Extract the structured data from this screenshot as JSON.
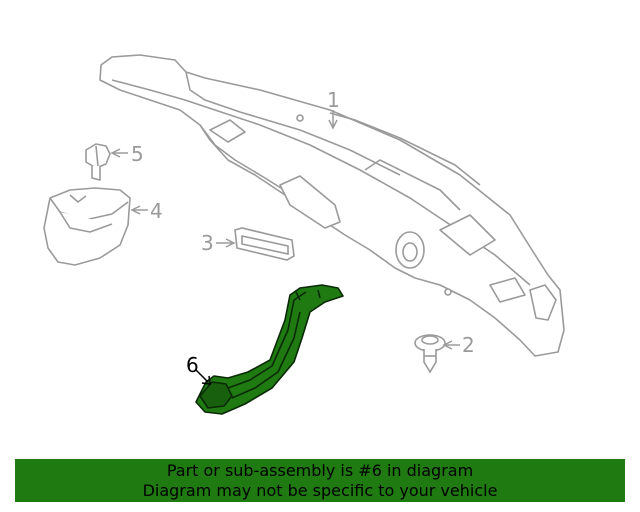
{
  "diagram": {
    "callouts": [
      {
        "id": "1",
        "label": "1"
      },
      {
        "id": "2",
        "label": "2"
      },
      {
        "id": "3",
        "label": "3"
      },
      {
        "id": "4",
        "label": "4"
      },
      {
        "id": "5",
        "label": "5"
      },
      {
        "id": "6",
        "label": "6",
        "highlighted": true
      }
    ],
    "highlight_color": "#1f7a12",
    "line_color": "#9a9a9a"
  },
  "banner": {
    "line1": "Part or sub-assembly is #6 in diagram",
    "line2": "Diagram may not be specific to your vehicle",
    "background": "#1f7a12"
  }
}
